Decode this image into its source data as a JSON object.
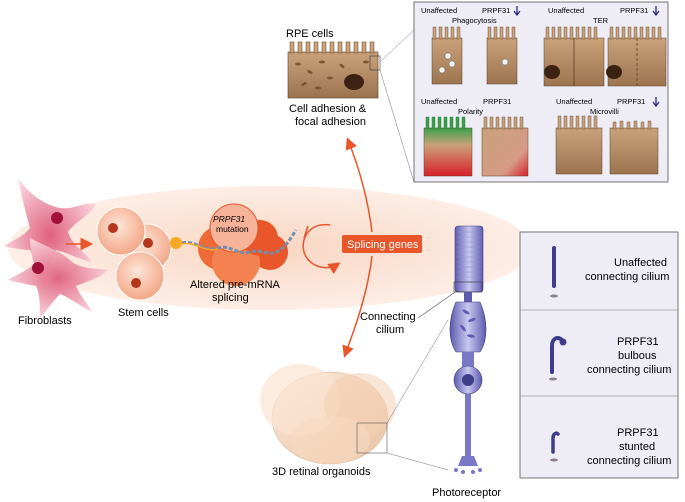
{
  "labels": {
    "fibroblasts": "Fibroblasts",
    "stem_cells": "Stem cells",
    "prpf31": "PRPF31",
    "mutation": "mutation",
    "altered_1": "Altered pre-mRNA",
    "altered_2": "splicing",
    "splicing_genes": "Splicing genes",
    "rpe_cells": "RPE cells",
    "adhesion_1": "Cell adhesion &",
    "adhesion_2": "focal adhesion",
    "retinal_organoids": "3D retinal organoids",
    "photoreceptor": "Photoreceptor",
    "connecting_1": "Connecting",
    "connecting_2": "cilium"
  },
  "rpe_panel": {
    "unaffected": "Unaffected",
    "prpf31": "PRPF31",
    "phagocytosis": "Phagocytosis",
    "ter": "TER",
    "polarity": "Polarity",
    "microvilli": "Microvilli"
  },
  "cilium_panel": {
    "unaffected_1": "Unaffected",
    "unaffected_2": "connecting cilium",
    "bulbous_1": "PRPF31",
    "bulbous_2": "bulbous",
    "bulbous_3": "connecting cilium",
    "stunted_1": "PRPF31",
    "stunted_2": "stunted",
    "stunted_3": "connecting cilium"
  },
  "icons": [
    "down-arrow-icon",
    "cycle-arrow-icon"
  ],
  "colors": {
    "accent_orange": "#e8562a",
    "splicing_box": "#e8562a",
    "panel_bg": "#eeedf6",
    "photoreceptor": "#7a78c4",
    "rpe_brown": "#b58a5e",
    "fibroblast_pink": "#e0607e"
  }
}
